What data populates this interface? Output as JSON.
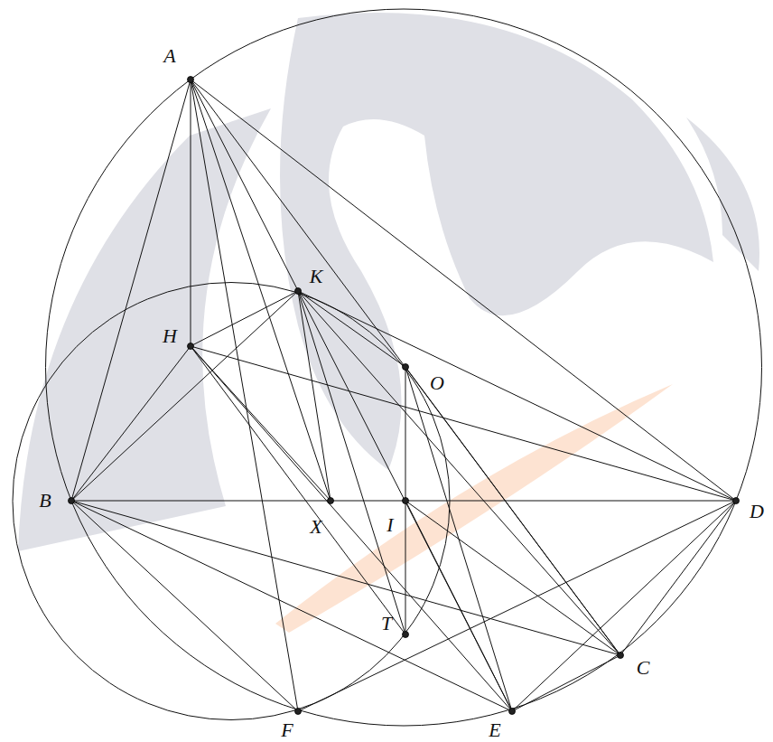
{
  "diagram": {
    "labels": [
      "A",
      "K",
      "H",
      "O",
      "B",
      "X",
      "I",
      "D",
      "T",
      "C",
      "F",
      "E"
    ]
  }
}
